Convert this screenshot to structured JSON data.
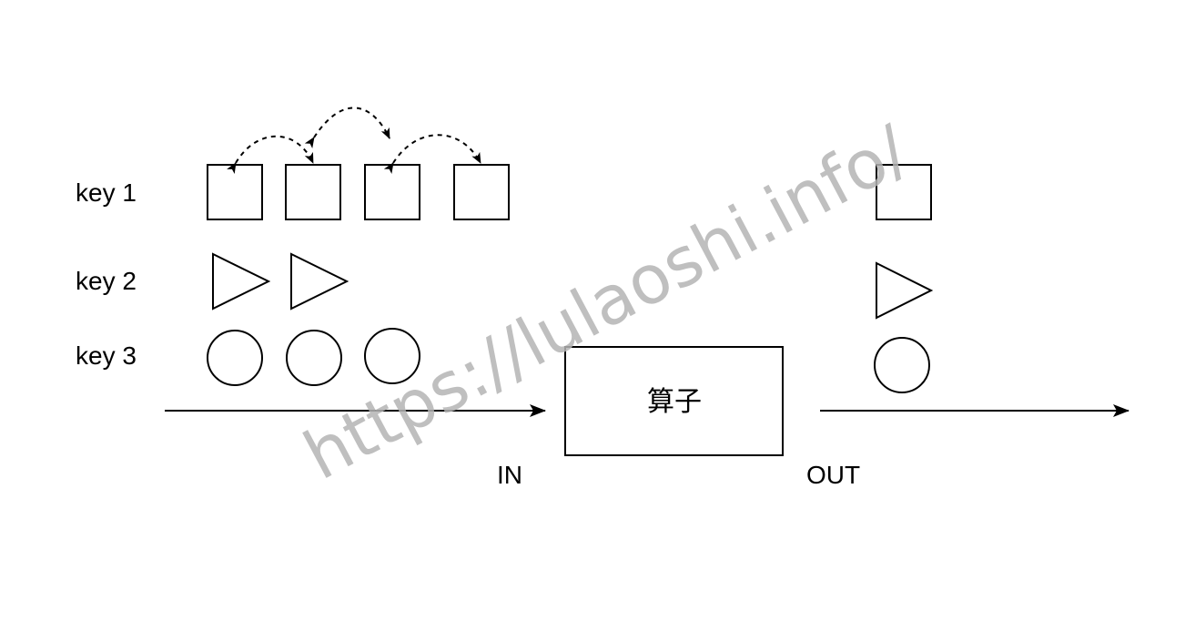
{
  "rows": [
    {
      "label": "key 1",
      "shape": "square",
      "in_count": 4,
      "out_count": 1
    },
    {
      "label": "key 2",
      "shape": "triangle",
      "in_count": 2,
      "out_count": 1
    },
    {
      "label": "key 3",
      "shape": "circle",
      "in_count": 3,
      "out_count": 1
    }
  ],
  "operator": {
    "label": "算子"
  },
  "flow": {
    "in_label": "IN",
    "out_label": "OUT"
  },
  "watermark": {
    "text": "https://lulaoshi.info/"
  },
  "colors": {
    "stroke": "#000000",
    "background": "#ffffff",
    "watermark": "#b4b4b4"
  }
}
